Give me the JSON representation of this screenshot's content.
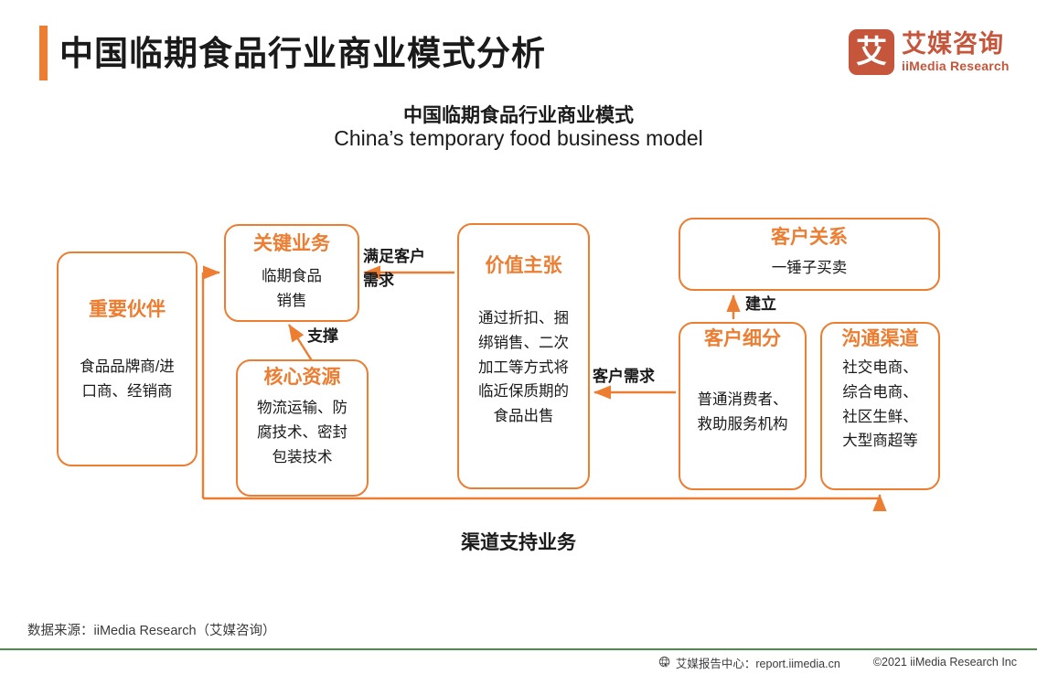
{
  "header": {
    "title": "中国临期食品行业商业模式分析",
    "accent_color": "#ED7D31",
    "logo": {
      "mark_glyph": "艾",
      "name_cn": "艾媒咨询",
      "name_en": "iiMedia Research",
      "color": "#C5563C"
    }
  },
  "chart_data": {
    "type": "diagram",
    "title_cn": "中国临期食品行业商业模式",
    "title_en": "China’s temporary food business model",
    "accent_color": "#ED7D31",
    "nodes": [
      {
        "id": "partners",
        "title": "重要伙伴",
        "body": "食品品牌商/进\n口商、经销商"
      },
      {
        "id": "key-business",
        "title": "关键业务",
        "body": "临期食品\n销售"
      },
      {
        "id": "core-resources",
        "title": "核心资源",
        "body": "物流运输、防\n腐技术、密封\n包装技术"
      },
      {
        "id": "value-proposition",
        "title": "价值主张",
        "body": "通过折扣、捆\n绑销售、二次\n加工等方式将\n临近保质期的\n食品出售"
      },
      {
        "id": "customer-relations",
        "title": "客户关系",
        "body": "一锤子买卖"
      },
      {
        "id": "customer-segments",
        "title": "客户细分",
        "body": "普通消费者、\n救助服务机构"
      },
      {
        "id": "channels",
        "title": "沟通渠道",
        "body": "社交电商、\n综合电商、\n社区生鲜、\n大型商超等"
      }
    ],
    "edges": [
      {
        "id": "satisfy",
        "label": "满足客户\n需求",
        "from": "value-proposition",
        "to": "key-business"
      },
      {
        "id": "support",
        "label": "支撑",
        "from": "core-resources",
        "to": "key-business"
      },
      {
        "id": "demand",
        "label": "客户需求",
        "from": "customer-segments",
        "to": "value-proposition"
      },
      {
        "id": "establish",
        "label": "建立",
        "from": "customer-segments",
        "to": "customer-relations"
      },
      {
        "id": "channel-support",
        "label": "渠道支持业务",
        "from": "partners",
        "to": "channels"
      }
    ]
  },
  "footer": {
    "source": "数据来源：iiMedia Research（艾媒咨询）",
    "report_center": "艾媒报告中心：report.iimedia.cn",
    "copyright": "©2021  iiMedia Research  Inc",
    "rule_color": "#4C8C4A"
  }
}
